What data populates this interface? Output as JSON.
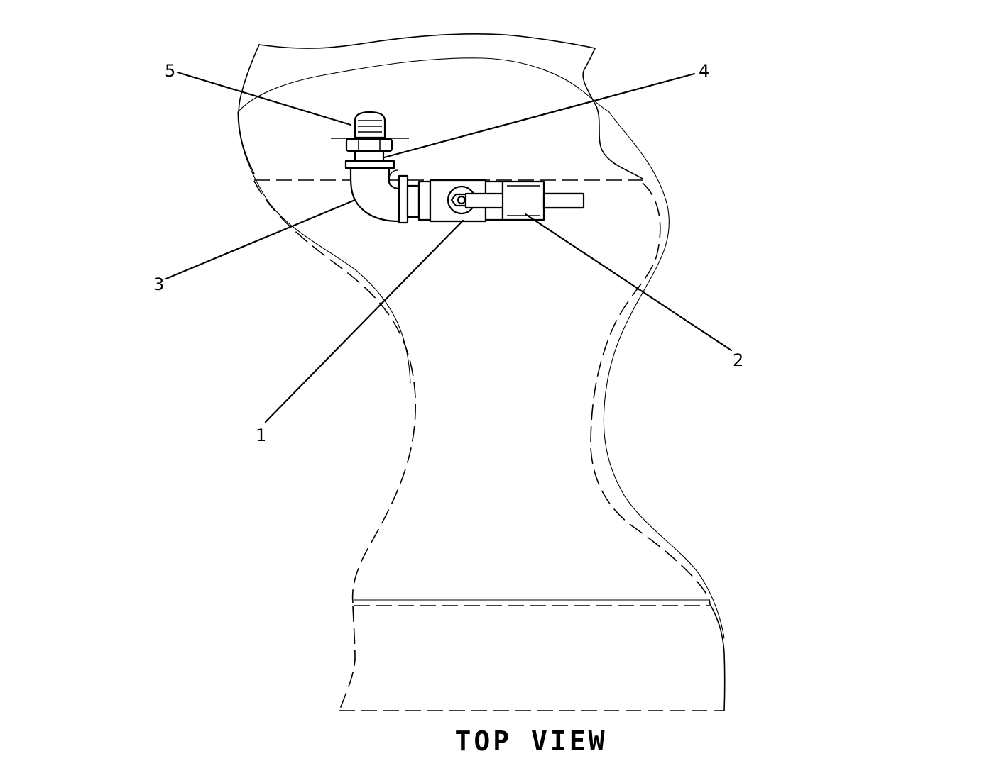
{
  "callouts": {
    "c1": "1",
    "c2": "2",
    "c3": "3",
    "c4": "4",
    "c5": "5"
  },
  "caption": "TOP VIEW",
  "colors": {
    "line": "#000000",
    "background": "#ffffff"
  }
}
